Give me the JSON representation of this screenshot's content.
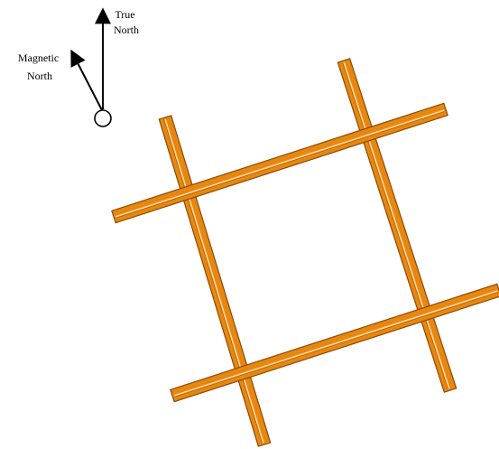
{
  "compass": {
    "true_north_label": [
      "True",
      "North"
    ],
    "magnetic_north_label": [
      "Magnetic",
      "North"
    ]
  },
  "colors": {
    "board_fill": "#E8870F",
    "board_edge": "#8A4A06",
    "board_stripe": "#F7D7A2",
    "line": "#000000"
  },
  "boards": [
    "top-horizontal-board",
    "bottom-horizontal-board",
    "left-vertical-board",
    "right-vertical-board"
  ]
}
